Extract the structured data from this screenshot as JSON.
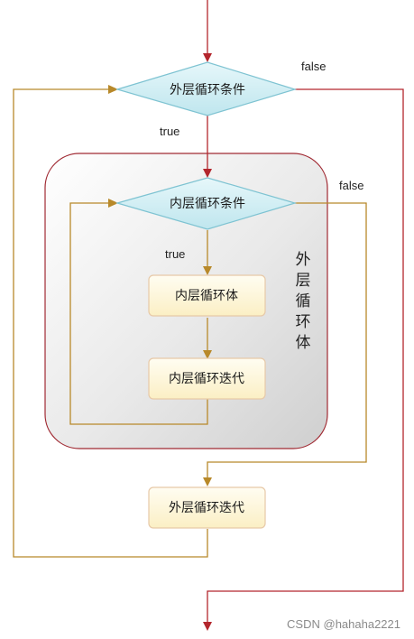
{
  "nodes": {
    "outer_condition": "外层循环条件",
    "inner_condition": "内层循环条件",
    "inner_body": "内层循环体",
    "inner_iteration": "内层循环迭代",
    "outer_iteration": "外层循环迭代"
  },
  "edge_labels": {
    "outer_true": "true",
    "outer_false": "false",
    "inner_true": "true",
    "inner_false": "false"
  },
  "outer_body_label": [
    "外",
    "层",
    "循",
    "环",
    "体"
  ],
  "watermark": "CSDN @hahaha2221",
  "colors": {
    "outer_flow": "#b3262d",
    "inner_flow": "#b8892a",
    "diamond_fill": "#cfeef4",
    "diamond_stroke": "#7ec3d2",
    "box_fill": "#fdf6d6",
    "box_stroke": "#e7c9a8",
    "container_stroke": "#a02a33"
  }
}
